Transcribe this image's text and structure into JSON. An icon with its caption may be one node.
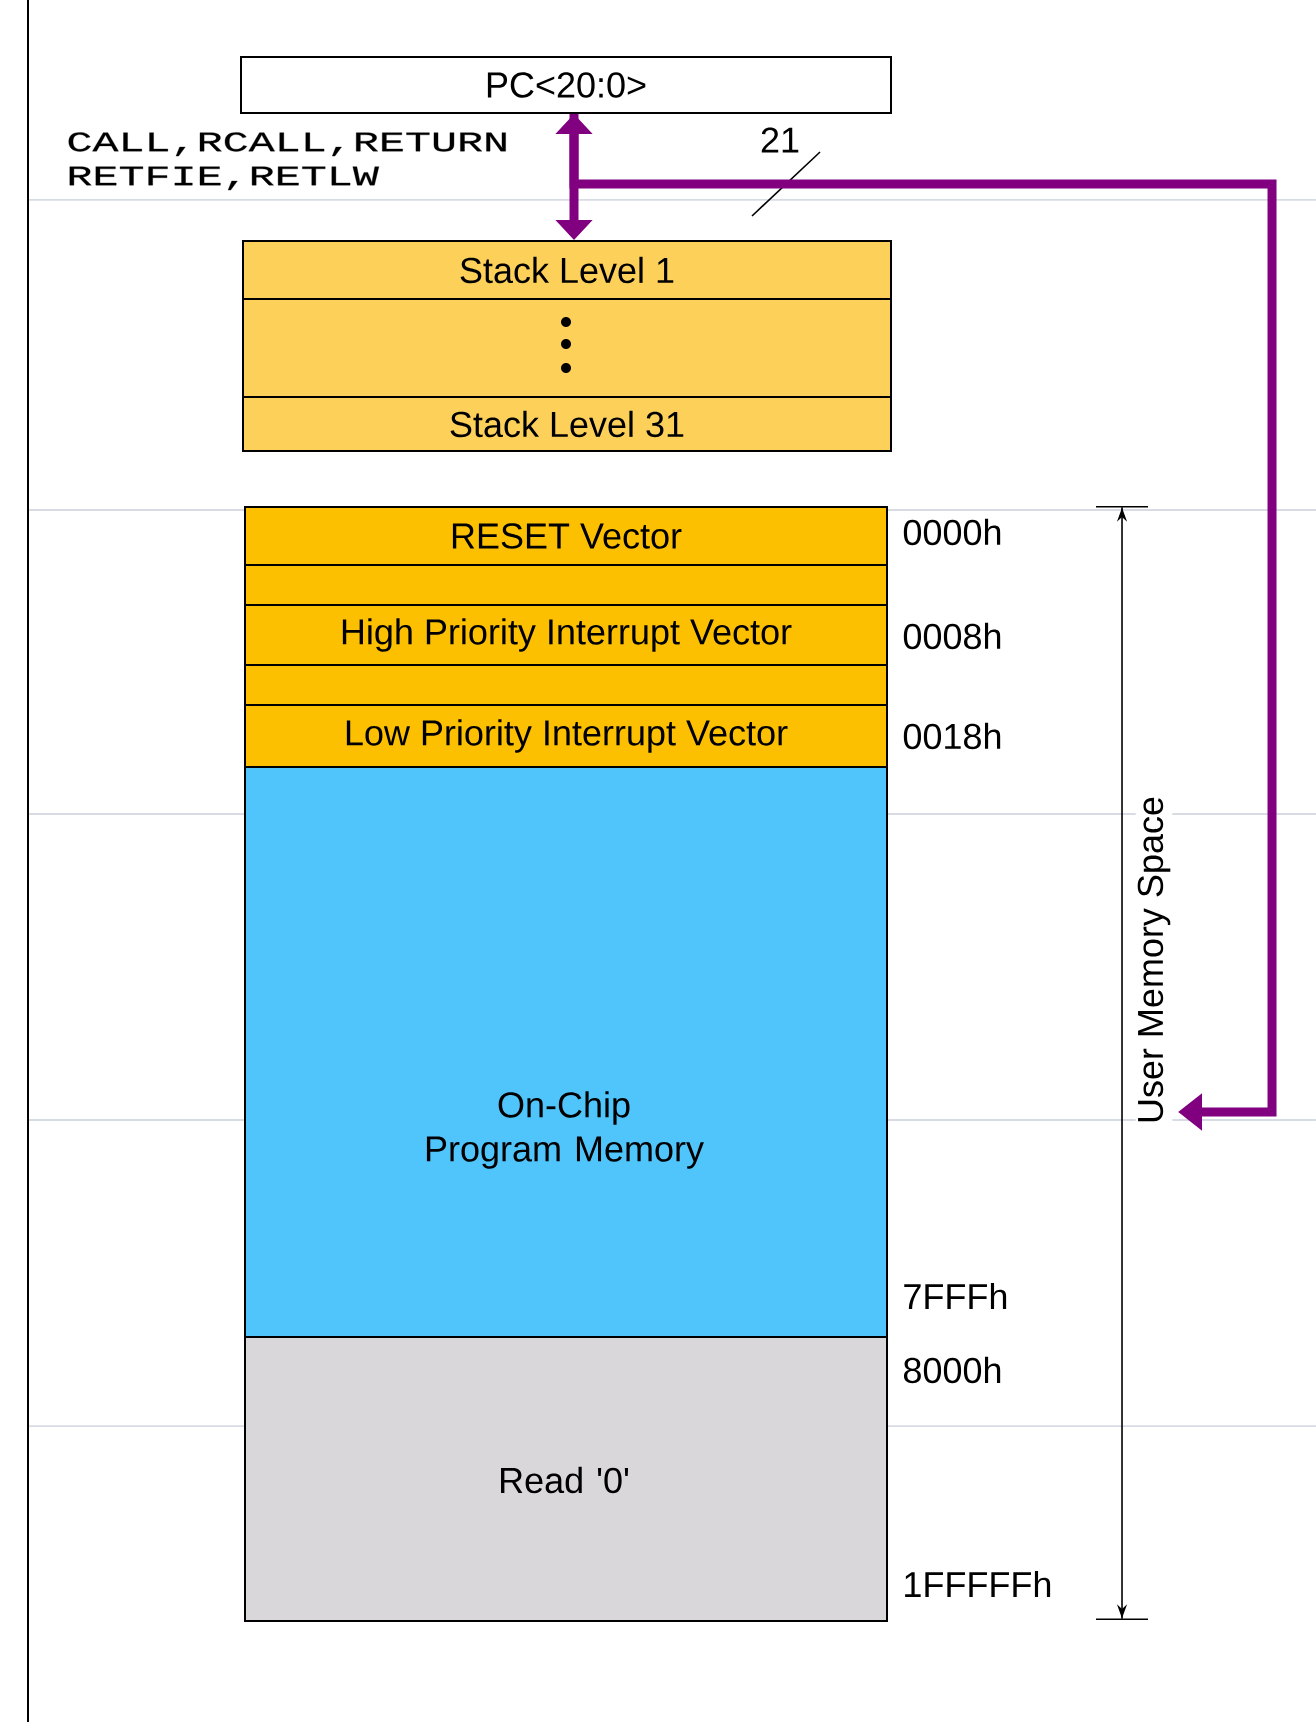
{
  "diagram": {
    "nodes": [
      {
        "text": [
          "PC<20:0>"
        ]
      },
      {
        "text": [
          "Stack Level 1"
        ]
      },
      {
        "text": [],
        "shape": "box"
      },
      {
        "text": [
          "Stack Level 31"
        ]
      },
      {
        "text": [
          "RESET Vector"
        ],
        "beside": [
          "0000h"
        ]
      },
      {
        "text": [],
        "shape": "box"
      },
      {
        "text": [
          "High Priority Interrupt Vector"
        ],
        "beside": [
          "0008h"
        ]
      },
      {
        "text": [],
        "shape": "box"
      },
      {
        "text": [
          "Low Priority Interrupt Vector"
        ],
        "beside": [
          "0018h"
        ]
      },
      {
        "text": [
          "On-Chip Program Memory"
        ],
        "beside": [
          "7FFFh"
        ]
      },
      {
        "text": [
          "Read '0'"
        ],
        "beside": [
          "8000h",
          "1FFFFFh"
        ]
      },
      {
        "text": [
          "User Memory Space"
        ]
      }
    ],
    "edges": [
      {
        "from": 0,
        "to": 1,
        "arrow": "both",
        "label": "CALL,RCALL,RETURN RETFIE,RETLW"
      },
      {
        "from": 0,
        "to": 11,
        "arrow": "to",
        "label": "21"
      }
    ]
  }
}
